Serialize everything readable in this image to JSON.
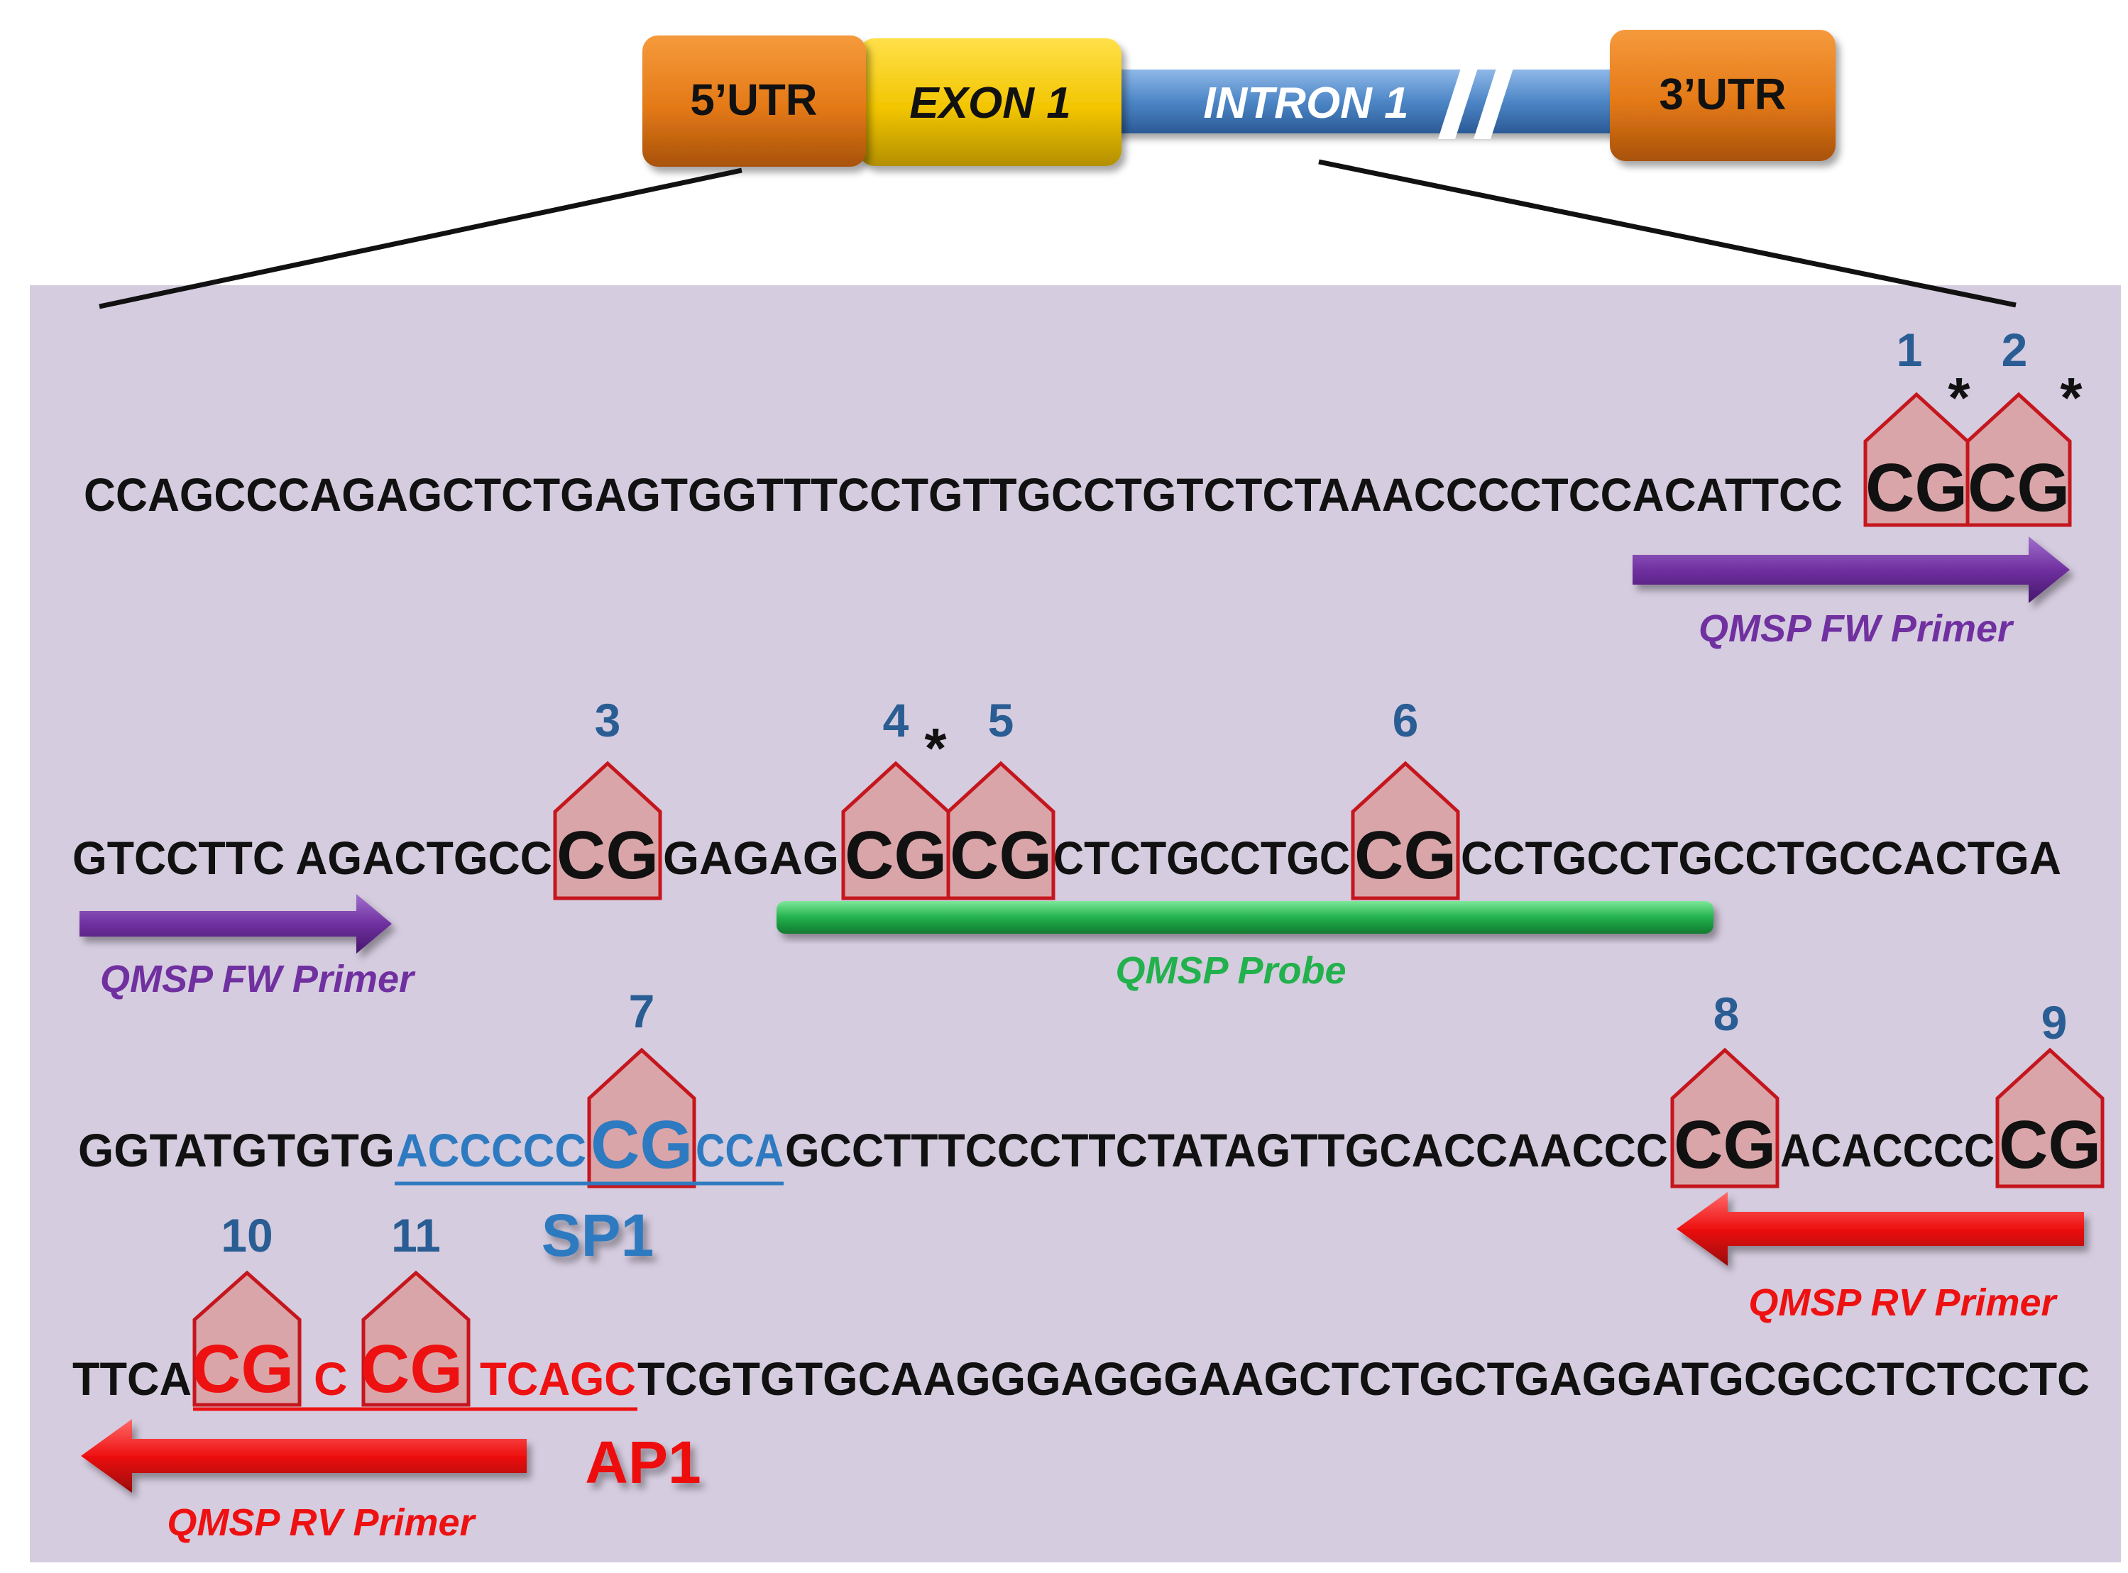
{
  "gene_structure": {
    "utr5": "5’UTR",
    "exon1": "EXON 1",
    "intron1": "INTRON 1",
    "utr3": "3’UTR"
  },
  "colors": {
    "panel": "#d5ccdf",
    "utr": "#e47917",
    "exon": "#f2c500",
    "intron": "#4d86c6",
    "fw_primer": "#7030a0",
    "rv_primer": "#ee1111",
    "probe": "#22b14c",
    "sp1": "#2e7ac0",
    "ap1": "#ee1111",
    "cpg_fill": "#d9a5a9",
    "cpg_border": "#c5161d",
    "cpg_number": "#2a5d93"
  },
  "sequence": {
    "line1": {
      "pre": "CCAGCCCAGAGCTCTGAGTGGTTTCCTGTTGCCTGTCTCTAAACCCCTCCACATTCC"
    },
    "line2": {
      "s1": "GTCCTTC AGACTGCC",
      "s2": "GAGAG",
      "s3": "CTCTGCCTGC",
      "s4": "CCTGCCTGCCTGCCACTGA"
    },
    "line3": {
      "s1": "GGTATGTGTG",
      "sp1_pre": "ACCCCC",
      "sp1_post": "CCA",
      "s2": "GCCTTTCCCTTCTATAGTTGCACCAACCC",
      "s3": "ACACCCC"
    },
    "line4": {
      "s1": "TTCA",
      "ap1_c": "C",
      "ap1_post": "TCAGC",
      "s2": "TCGTGTGCAAGGGAGGGAAGCTCTGCTGAGGATGCGCCTCTCCTC"
    }
  },
  "cpg_sites": [
    {
      "number": "1",
      "text": "CG",
      "starred": true
    },
    {
      "number": "2",
      "text": "CG",
      "starred": true
    },
    {
      "number": "3",
      "text": "CG",
      "starred": false
    },
    {
      "number": "4",
      "text": "CG",
      "starred": true
    },
    {
      "number": "5",
      "text": "CG",
      "starred": false
    },
    {
      "number": "6",
      "text": "CG",
      "starred": false
    },
    {
      "number": "7",
      "text": "CG",
      "starred": false
    },
    {
      "number": "8",
      "text": "CG",
      "starred": false
    },
    {
      "number": "9",
      "text": "CG",
      "starred": false
    },
    {
      "number": "10",
      "text": "CG",
      "starred": false
    },
    {
      "number": "11",
      "text": "CG",
      "starred": false
    }
  ],
  "star_symbol": "*",
  "annotations": {
    "fw_primer": "QMSP FW Primer",
    "rv_primer": "QMSP RV Primer",
    "probe": "QMSP Probe",
    "sp1": "SP1",
    "ap1": "AP1"
  }
}
